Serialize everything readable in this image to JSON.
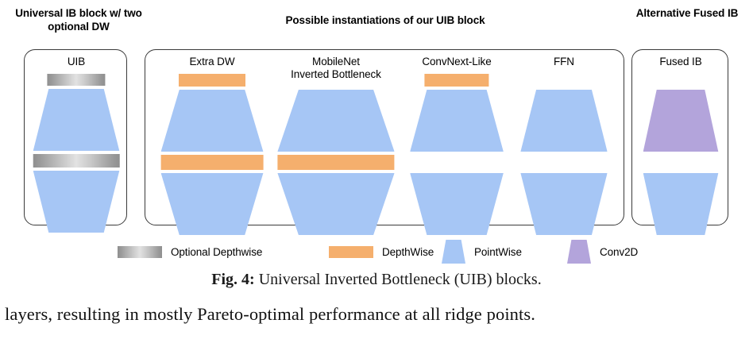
{
  "headings": {
    "left": "Universal IB block\nw/ two optional DW",
    "middle": "Possible instantiations of our UIB block",
    "right": "Alternative\nFused IB"
  },
  "colors": {
    "pointwise_blue": "#a6c6f5",
    "depthwise_orange": "#f5af6d",
    "conv2d_purple": "#b3a4db",
    "optional_depthwise_gray": "#b0b0b0",
    "panel_border": "#3a3a3a",
    "background": "#ffffff"
  },
  "panels": [
    {
      "id": "uib",
      "columns": [
        {
          "title": "UIB",
          "layers": [
            {
              "kind": "bar",
              "style": "gray",
              "width_pct": 62,
              "height": 15
            },
            {
              "kind": "trapezoid",
              "style": "blue",
              "direction": "expand",
              "width_pct": 92,
              "height": 78
            },
            {
              "kind": "bar",
              "style": "gray",
              "width_pct": 92,
              "height": 17
            },
            {
              "kind": "trapezoid",
              "style": "blue",
              "direction": "contract",
              "width_pct": 92,
              "height": 78
            }
          ]
        }
      ]
    },
    {
      "id": "variants",
      "columns": [
        {
          "title": "Extra DW",
          "layers": [
            {
              "kind": "bar",
              "style": "orange",
              "width_pct": 60,
              "height": 16
            },
            {
              "kind": "trapezoid",
              "style": "blue",
              "direction": "expand",
              "width_pct": 92,
              "height": 78
            },
            {
              "kind": "bar",
              "style": "orange",
              "width_pct": 92,
              "height": 19
            },
            {
              "kind": "trapezoid",
              "style": "blue",
              "direction": "contract",
              "width_pct": 92,
              "height": 78
            }
          ]
        },
        {
          "title": "MobileNet\nInverted Bottleneck",
          "layers": [
            {
              "kind": "spacer",
              "height": 16
            },
            {
              "kind": "trapezoid",
              "style": "blue",
              "direction": "expand",
              "width_pct": 92,
              "height": 78
            },
            {
              "kind": "bar",
              "style": "orange",
              "width_pct": 92,
              "height": 19
            },
            {
              "kind": "trapezoid",
              "style": "blue",
              "direction": "contract",
              "width_pct": 92,
              "height": 78
            }
          ]
        },
        {
          "title": "ConvNext-Like",
          "layers": [
            {
              "kind": "bar",
              "style": "orange",
              "width_pct": 58,
              "height": 16
            },
            {
              "kind": "trapezoid",
              "style": "blue",
              "direction": "expand",
              "width_pct": 84,
              "height": 78
            },
            {
              "kind": "spacer",
              "height": 19
            },
            {
              "kind": "trapezoid",
              "style": "blue",
              "direction": "contract",
              "width_pct": 84,
              "height": 78
            }
          ]
        },
        {
          "title": "FFN",
          "layers": [
            {
              "kind": "spacer",
              "height": 16
            },
            {
              "kind": "trapezoid",
              "style": "blue",
              "direction": "expand",
              "width_pct": 84,
              "height": 78
            },
            {
              "kind": "spacer",
              "height": 19
            },
            {
              "kind": "trapezoid",
              "style": "blue",
              "direction": "contract",
              "width_pct": 84,
              "height": 78
            }
          ]
        }
      ]
    },
    {
      "id": "fused",
      "columns": [
        {
          "title": "Fused IB",
          "layers": [
            {
              "kind": "spacer",
              "height": 16
            },
            {
              "kind": "trapezoid",
              "style": "purple",
              "direction": "expand",
              "width_pct": 86,
              "height": 78
            },
            {
              "kind": "spacer",
              "height": 19
            },
            {
              "kind": "trapezoid",
              "style": "blue",
              "direction": "contract",
              "width_pct": 86,
              "height": 78
            }
          ]
        }
      ]
    }
  ],
  "legend": [
    {
      "label": "Optional Depthwise",
      "swatch": "gray-bar"
    },
    {
      "label": "DepthWise",
      "swatch": "orange-bar"
    },
    {
      "label": "PointWise",
      "swatch": "blue-trapezoid"
    },
    {
      "label": "Conv2D",
      "swatch": "purple-trapezoid"
    }
  ],
  "caption": {
    "label": "Fig. 4:",
    "text": "Universal Inverted Bottleneck (UIB) blocks."
  },
  "body_text": "layers, resulting in mostly Pareto-optimal performance at all ridge points."
}
